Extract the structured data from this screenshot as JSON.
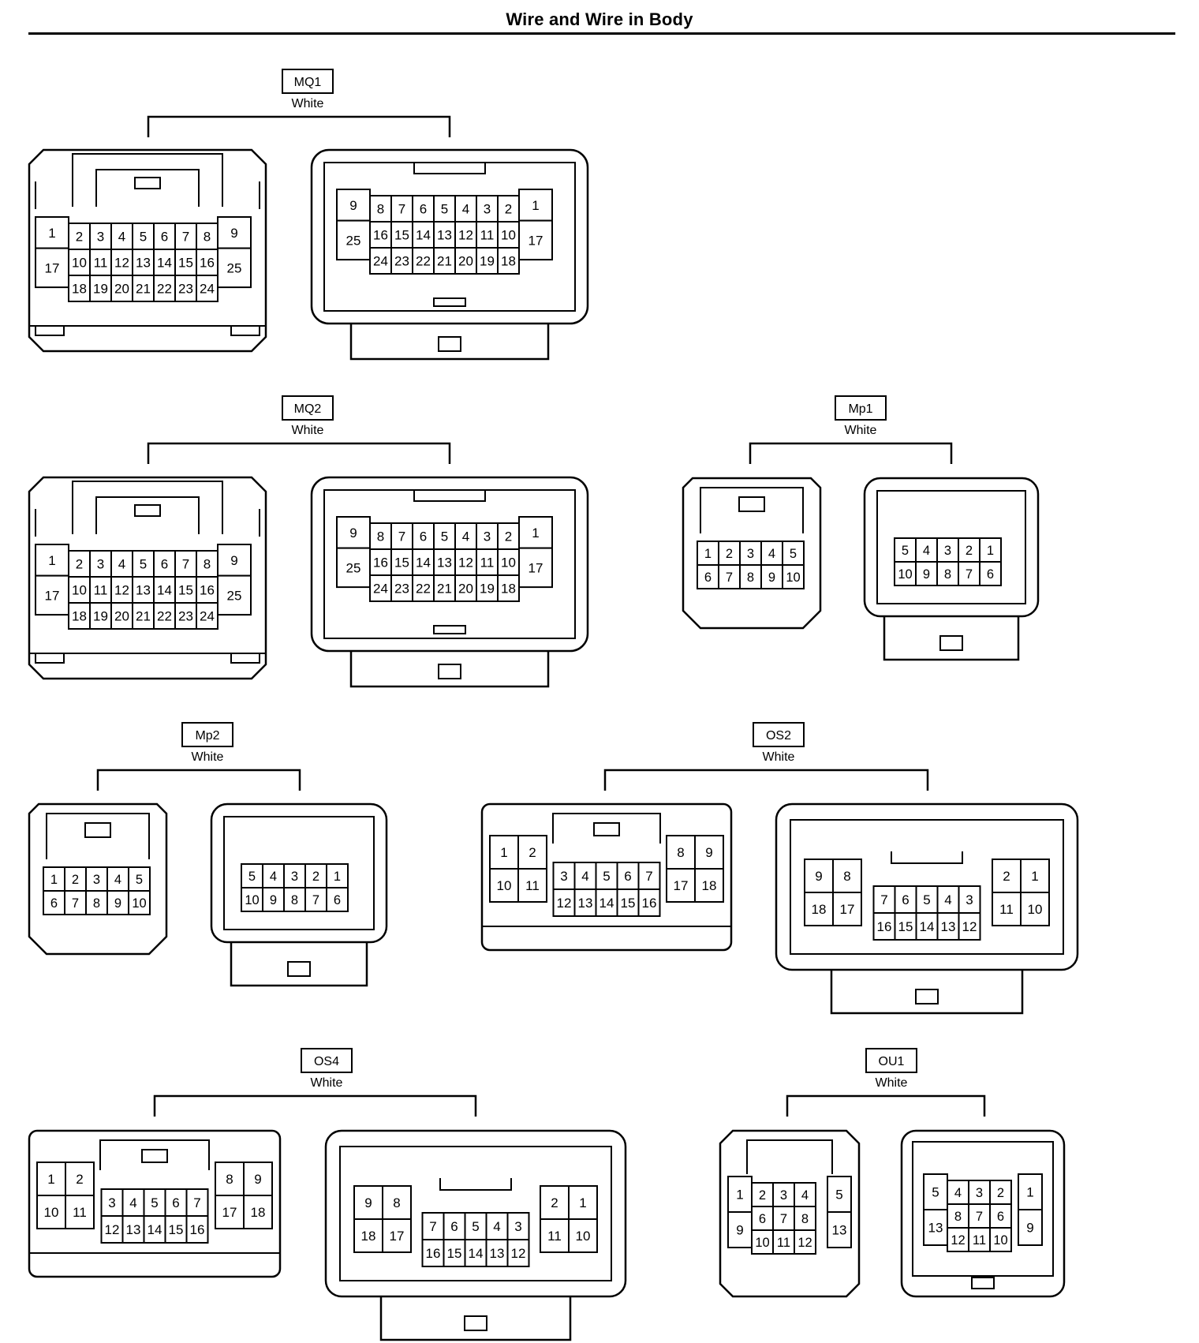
{
  "page": {
    "title": "Wire and Wire in Body"
  },
  "connectors": [
    {
      "id": "MQ1",
      "color": "White",
      "style": "large25",
      "pins": 25
    },
    {
      "id": "MQ2",
      "color": "White",
      "style": "large25",
      "pins": 25
    },
    {
      "id": "Mp1",
      "color": "White",
      "style": "small10",
      "pins": 10
    },
    {
      "id": "Mp2",
      "color": "White",
      "style": "small10",
      "pins": 10
    },
    {
      "id": "OS2",
      "color": "White",
      "style": "medium18",
      "pins": 18
    },
    {
      "id": "OS4",
      "color": "White",
      "style": "medium18",
      "pins": 18
    },
    {
      "id": "OU1",
      "color": "White",
      "style": "small13",
      "pins": 13
    }
  ],
  "layouts": {
    "large25": {
      "female": [
        [
          1,
          2,
          3,
          4,
          5,
          6,
          7,
          8,
          9
        ],
        [
          17,
          10,
          11,
          12,
          13,
          14,
          15,
          16,
          25
        ],
        [
          18,
          19,
          20,
          21,
          22,
          23,
          24
        ]
      ],
      "male": [
        [
          9,
          8,
          7,
          6,
          5,
          4,
          3,
          2,
          1
        ],
        [
          25,
          16,
          15,
          14,
          13,
          12,
          11,
          10,
          17
        ],
        [
          24,
          23,
          22,
          21,
          20,
          19,
          18
        ]
      ]
    },
    "small10": {
      "female": [
        [
          1,
          2,
          3,
          4,
          5
        ],
        [
          6,
          7,
          8,
          9,
          10
        ]
      ],
      "male": [
        [
          5,
          4,
          3,
          2,
          1
        ],
        [
          10,
          9,
          8,
          7,
          6
        ]
      ]
    },
    "medium18": {
      "female": [
        [
          1,
          2,
          8,
          9
        ],
        [
          10,
          11,
          17,
          18
        ],
        [
          3,
          4,
          5,
          6,
          7
        ],
        [
          12,
          13,
          14,
          15,
          16
        ]
      ],
      "male": [
        [
          9,
          8,
          2,
          1
        ],
        [
          18,
          17,
          11,
          10
        ],
        [
          7,
          6,
          5,
          4,
          3
        ],
        [
          16,
          15,
          14,
          13,
          12
        ]
      ]
    },
    "small13": {
      "female": [
        [
          1,
          5
        ],
        [
          9,
          13
        ],
        [
          2,
          3,
          4
        ],
        [
          6,
          7,
          8
        ],
        [
          10,
          11,
          12
        ]
      ],
      "male": [
        [
          5,
          1
        ],
        [
          13,
          9
        ],
        [
          4,
          3,
          2
        ],
        [
          8,
          7,
          6
        ],
        [
          12,
          11,
          10
        ]
      ]
    }
  }
}
